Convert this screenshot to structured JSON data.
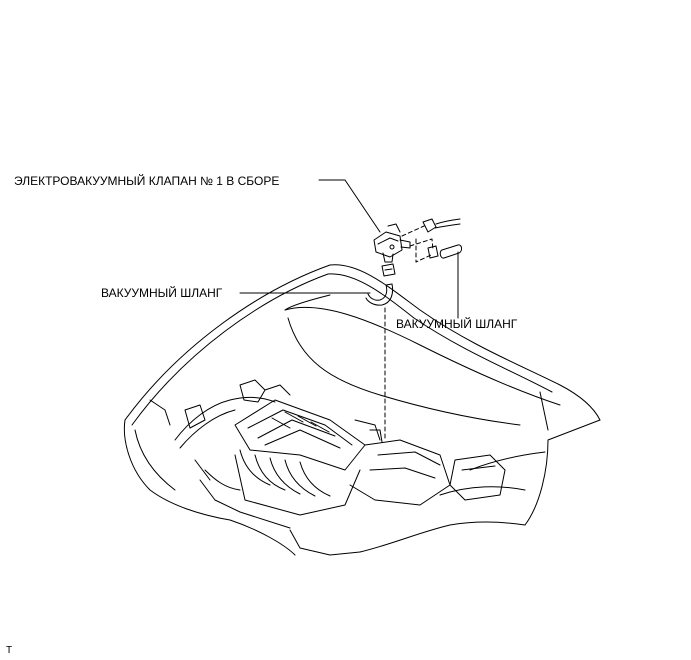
{
  "diagram": {
    "labels": {
      "valve_assembly": "ЭЛЕКТРОВАКУУМНЫЙ КЛАПАН № 1 В СБОРЕ",
      "vacuum_hose_left": "ВАКУУМНЫЙ ШЛАНГ",
      "vacuum_hose_right": "ВАКУУМНЫЙ ШЛАНГ"
    },
    "corner_mark": "T"
  },
  "colors": {
    "line": "#000000",
    "background": "#ffffff"
  }
}
